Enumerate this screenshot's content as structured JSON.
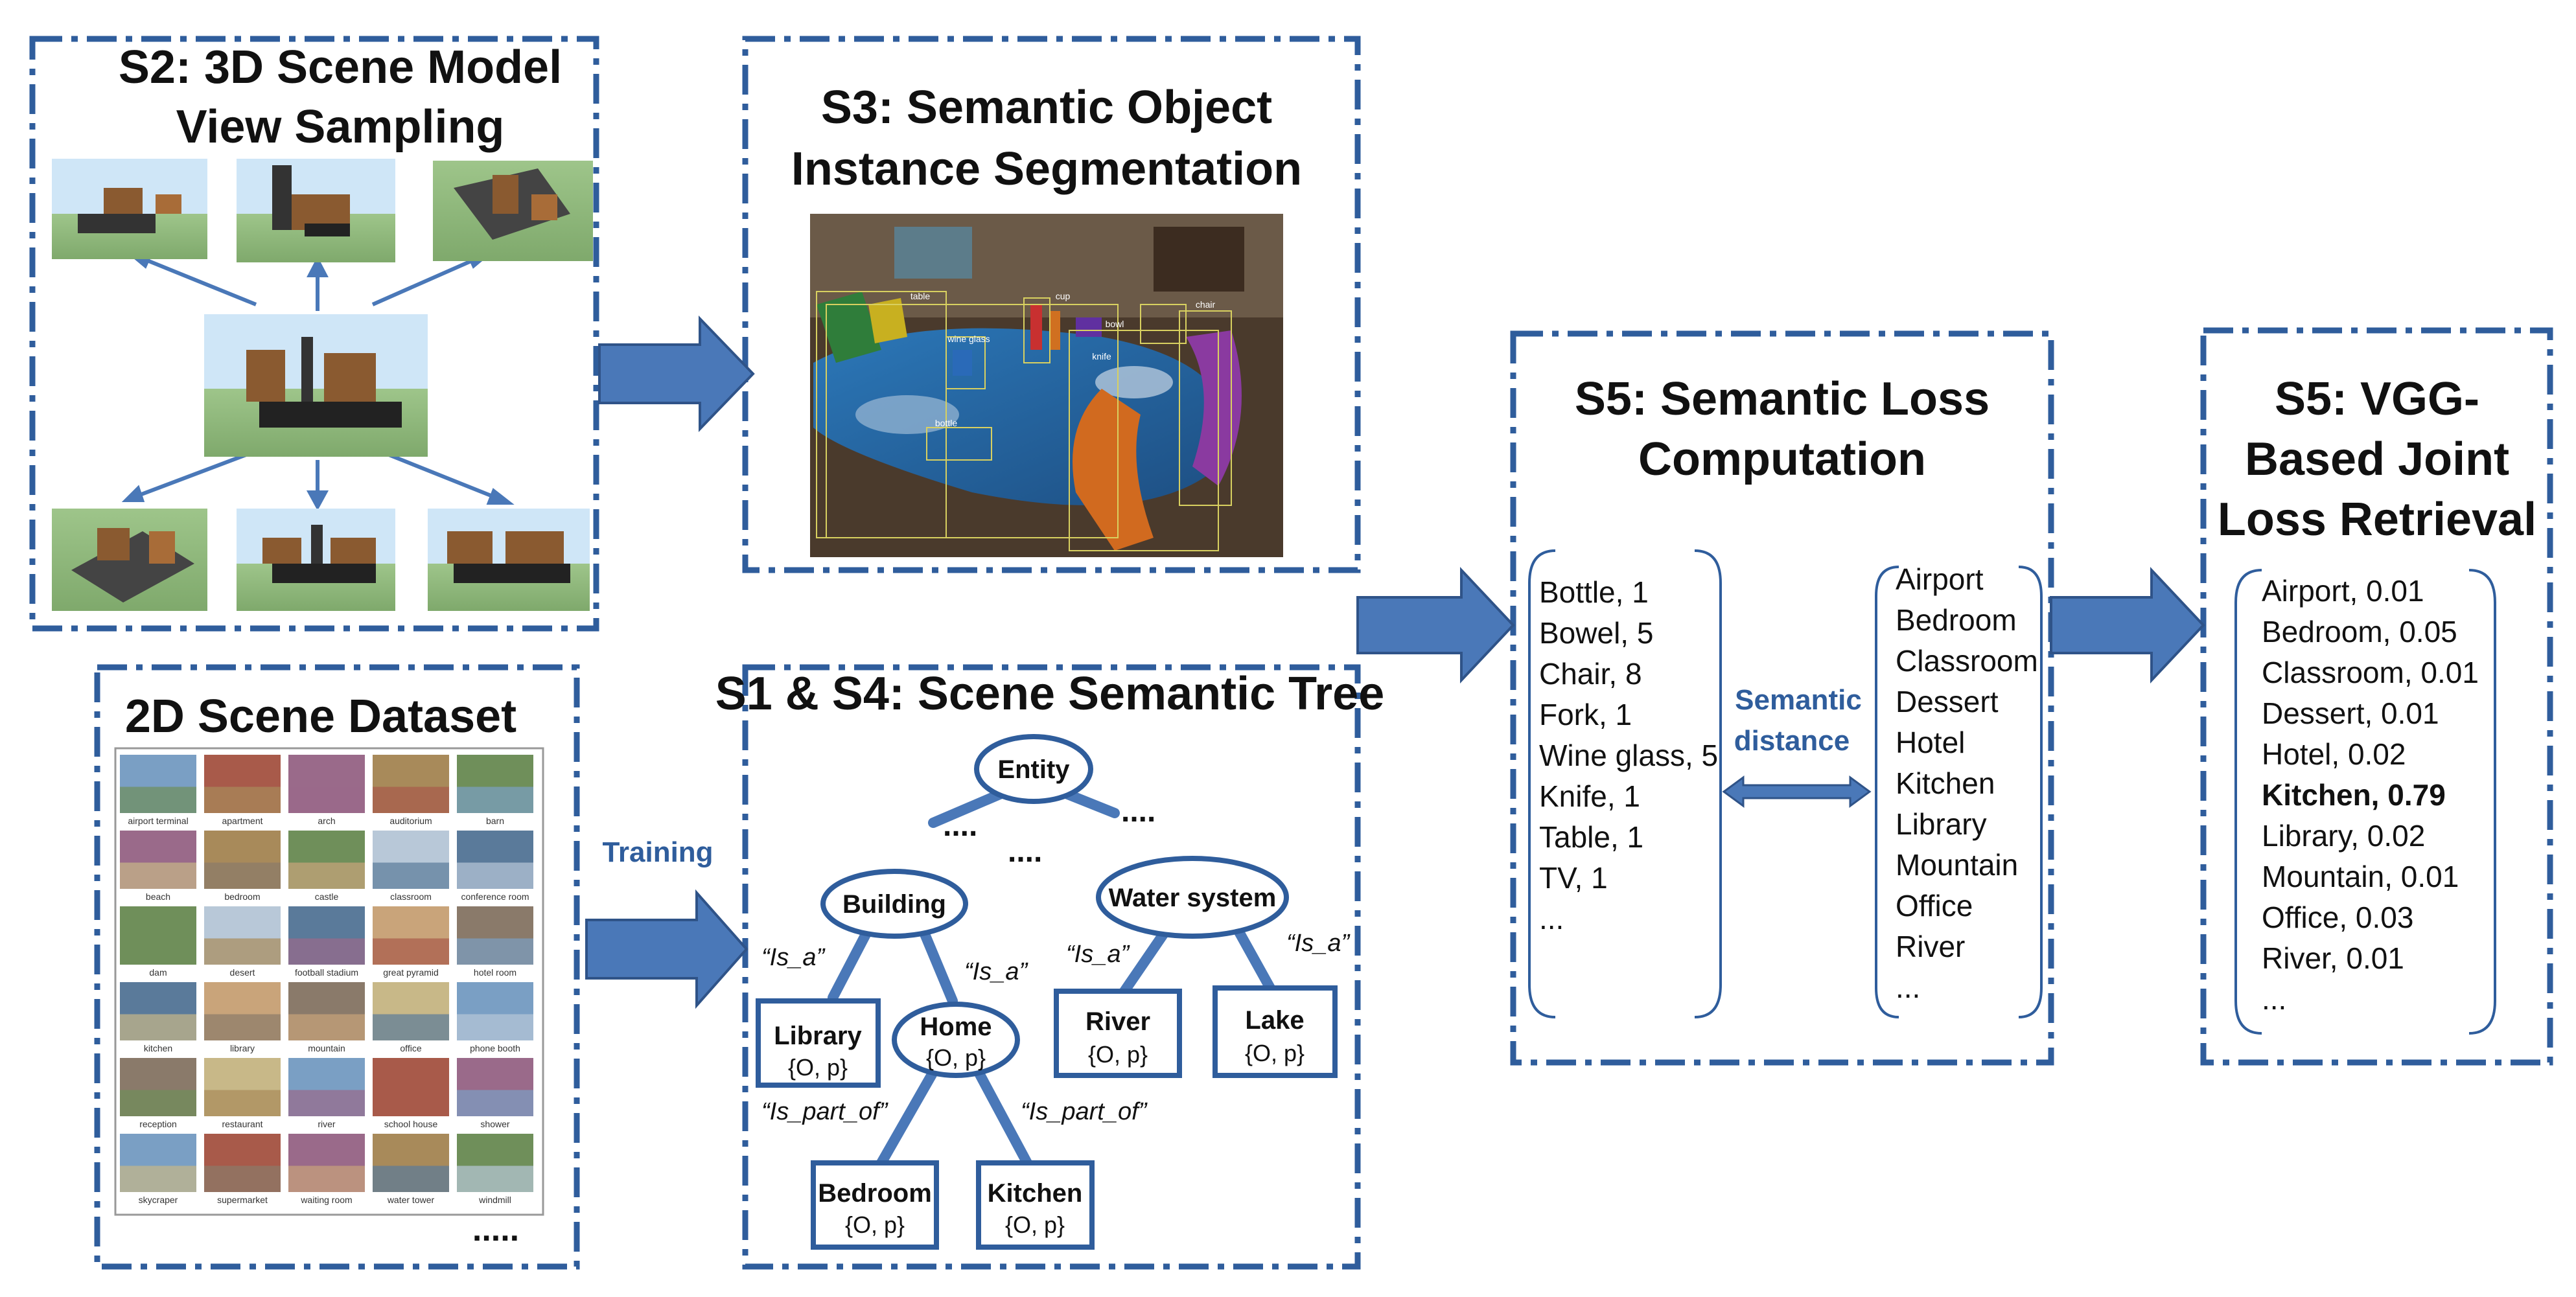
{
  "panels": {
    "s2": {
      "title_line1": "S2: 3D Scene Model",
      "title_line2": "View Sampling"
    },
    "s3": {
      "title_line1": "S3: Semantic Object",
      "title_line2": "Instance Segmentation"
    },
    "dataset": {
      "title": "2D Scene Dataset",
      "thumbnails": [
        "airport terminal",
        "apartment",
        "arch",
        "auditorium",
        "barn",
        "beach",
        "bedroom",
        "castle",
        "classroom",
        "conference room",
        "dam",
        "desert",
        "football stadium",
        "great pyramid",
        "hotel room",
        "kitchen",
        "library",
        "mountain",
        "office",
        "phone booth",
        "reception",
        "restaurant",
        "river",
        "school house",
        "shower",
        "skycraper",
        "supermarket",
        "waiting room",
        "water tower",
        "windmill"
      ],
      "ellipsis": "....."
    },
    "tree": {
      "title": "S1 & S4: Scene Semantic Tree",
      "nodes": {
        "entity": "Entity",
        "building": "Building",
        "water_system": "Water system",
        "library": "Library",
        "home": "Home",
        "river": "River",
        "lake": "Lake",
        "bedroom": "Bedroom",
        "kitchen": "Kitchen"
      },
      "attr": "{O, p}",
      "relations": {
        "is_a": "“Is_a”",
        "is_part_of": "“Is_part_of”"
      },
      "dots_a": "....",
      "dots_b": "....",
      "dots_c": "...."
    },
    "s5_loss": {
      "title_line1": "S5: Semantic Loss",
      "title_line2": "Computation",
      "objects": [
        "Bottle, 1",
        "Bowel, 5",
        "Chair, 8",
        "Fork, 1",
        "Wine glass, 5",
        "Knife, 1",
        "Table, 1",
        "TV, 1",
        "..."
      ],
      "scenes": [
        "Airport",
        "Bedroom",
        "Classroom",
        "Dessert",
        "Hotel",
        "Kitchen",
        "Library",
        "Mountain",
        "Office",
        "River",
        "..."
      ],
      "distance_line1": "Semantic",
      "distance_line2": "distance"
    },
    "s5_vgg": {
      "title_line1": "S5: VGG-",
      "title_line2": "Based Joint",
      "title_line3": "Loss Retrieval",
      "results": [
        "Airport, 0.01",
        "Bedroom, 0.05",
        "Classroom, 0.01",
        "Dessert, 0.01",
        "Hotel, 0.02",
        "Kitchen, 0.79",
        "Library, 0.02",
        "Mountain, 0.01",
        "Office, 0.03",
        "River, 0.01",
        "..."
      ]
    }
  },
  "arrow_label_training": "Training",
  "segmentation_labels": [
    "wine glass",
    "bottle",
    "bowl",
    "chair",
    "cup",
    "knife",
    "table"
  ],
  "colors": {
    "frame": "#2f5d9c",
    "arrow": "#4a78b8",
    "arrow_stroke": "#2f5388",
    "highlight_text": "#2f5d9c"
  }
}
